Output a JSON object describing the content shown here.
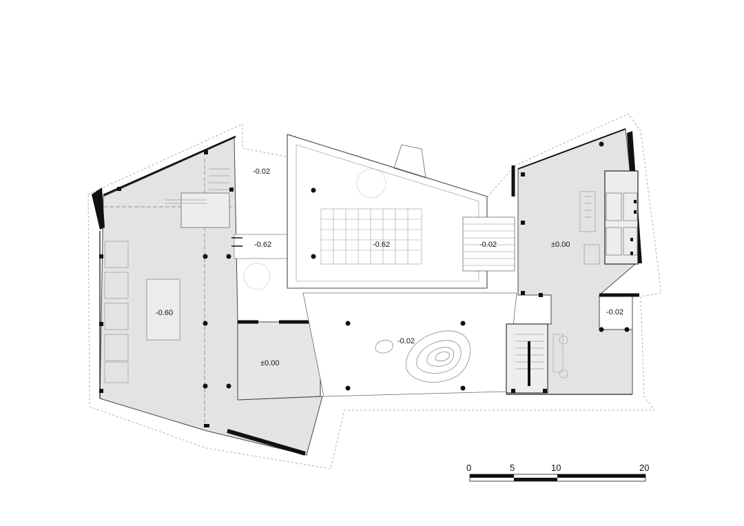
{
  "levels": {
    "top_terrace": "-0.02",
    "left_hall": "-0.60",
    "left_link": "-0.62",
    "auditorium": "-0.62",
    "stair_landing": "-0.02",
    "right_hall": "±0.00",
    "right_small": "-0.02",
    "lobby": "±0.00",
    "courtyard": "-0.02"
  },
  "scale_bar": {
    "labels": [
      "0",
      "5",
      "10",
      "20"
    ]
  },
  "colors": {
    "floor_fill": "#e3e3e3",
    "wall": "#111111",
    "line": "#555555"
  }
}
